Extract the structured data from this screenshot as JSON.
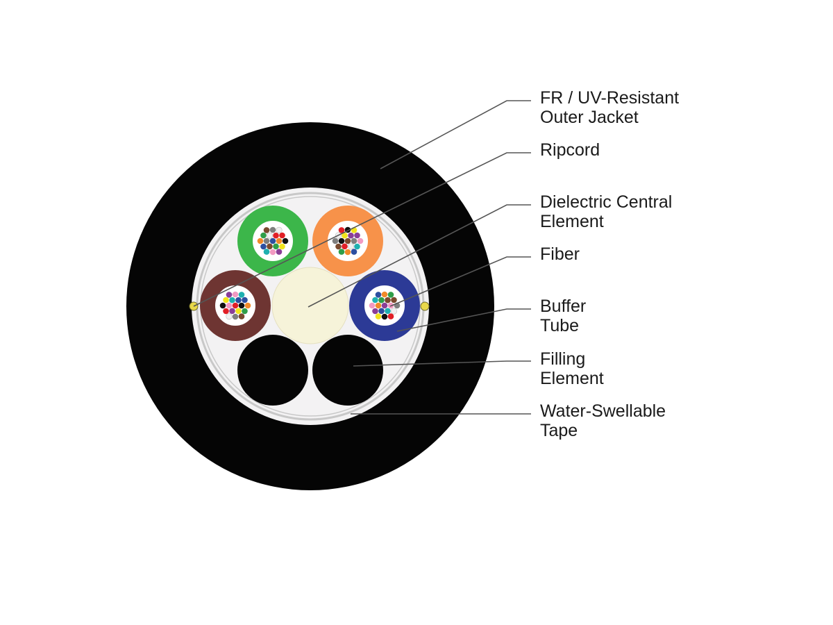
{
  "colors": {
    "outer_jacket": "#050505",
    "inner_core": "#f3f2f3",
    "tape": "#c8c8c8",
    "central_element": "#f6f3d9",
    "filling_element": "#050505",
    "leader_line": "#555555",
    "ripcord": "#e8d84a",
    "buffer_tubes": [
      "#3cb64a",
      "#f7924a",
      "#6e3532",
      "#2c3a96"
    ],
    "fiber_colors": [
      "#2d4fa0",
      "#f08a2a",
      "#2f9e49",
      "#7a4a2e",
      "#7f7f7f",
      "#f0f0f0",
      "#e11f26",
      "#111111",
      "#f2e51c",
      "#8a3f97",
      "#f29ac2",
      "#1fb0b0"
    ]
  },
  "labels": [
    {
      "id": "jacket",
      "lines": [
        "FR / UV-Resistant",
        "Outer Jacket"
      ]
    },
    {
      "id": "ripcord",
      "lines": [
        "Ripcord"
      ]
    },
    {
      "id": "central",
      "lines": [
        "Dielectric Central",
        "Element"
      ]
    },
    {
      "id": "fiber",
      "lines": [
        "Fiber"
      ]
    },
    {
      "id": "buffer",
      "lines": [
        "Buffer",
        "Tube"
      ]
    },
    {
      "id": "filling",
      "lines": [
        "Filling",
        "Element"
      ]
    },
    {
      "id": "tape",
      "lines": [
        "Water-Swellable",
        "Tape"
      ]
    }
  ]
}
